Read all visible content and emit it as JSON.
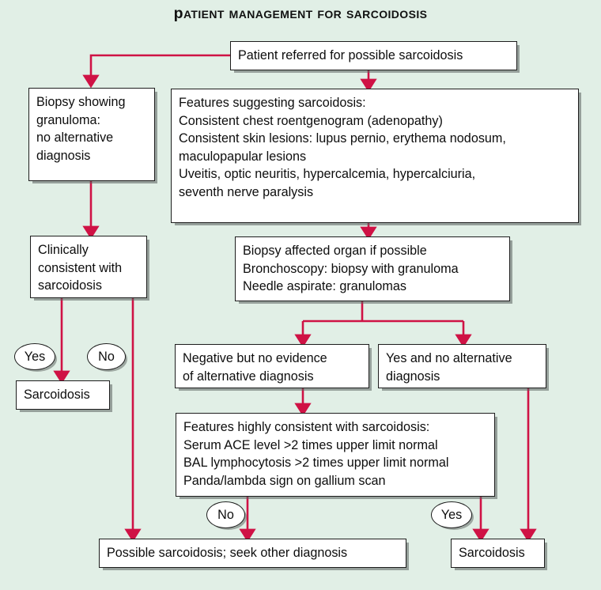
{
  "chart_data": {
    "type": "diagram",
    "title": "Patient Management for Sarcoidosis",
    "accent_color": "#cf1245",
    "background_color": "#e1efe6",
    "box_fill": "#ffffff",
    "box_border": "#1d1d1d",
    "nodes": [
      {
        "id": "referral",
        "shape": "box",
        "label": "Patient referred for possible sarcoidosis"
      },
      {
        "id": "biopsy_granuloma",
        "shape": "box",
        "label": "Biopsy showing\ngranuloma:\nno alternative\ndiagnosis"
      },
      {
        "id": "features",
        "shape": "box",
        "label": "Features suggesting sarcoidosis:\nConsistent chest roentgenogram (adenopathy)\nConsistent skin lesions: lupus pernio, erythema nodosum,\nmaculopapular lesions\nUveitis, optic neuritis, hypercalcemia, hypercalciuria,\nseventh nerve paralysis"
      },
      {
        "id": "clinically",
        "shape": "box",
        "label": "Clinically\nconsistent with\nsarcoidosis"
      },
      {
        "id": "biopsy_organ",
        "shape": "box",
        "label": "Biopsy affected organ if possible\nBronchoscopy: biopsy with granuloma\nNeedle aspirate: granulomas"
      },
      {
        "id": "negative",
        "shape": "box",
        "label": "Negative but no evidence\nof alternative diagnosis"
      },
      {
        "id": "yes_no_alt",
        "shape": "box",
        "label": "Yes and no alternative\ndiagnosis"
      },
      {
        "id": "highly",
        "shape": "box",
        "label": "Features highly consistent with sarcoidosis:\nSerum ACE level >2 times upper limit normal\nBAL lymphocytosis >2 times upper limit normal\nPanda/lambda sign on gallium scan"
      },
      {
        "id": "sarc_left",
        "shape": "box",
        "label": "Sarcoidosis"
      },
      {
        "id": "possible",
        "shape": "box",
        "label": "Possible sarcoidosis; seek other diagnosis"
      },
      {
        "id": "sarc_right",
        "shape": "box",
        "label": "Sarcoidosis"
      }
    ],
    "edge_labels": [
      {
        "id": "yes_clinical",
        "shape": "oval",
        "label": "Yes"
      },
      {
        "id": "no_clinical",
        "shape": "oval",
        "label": "No"
      },
      {
        "id": "no_highly",
        "shape": "oval",
        "label": "No"
      },
      {
        "id": "yes_highly",
        "shape": "oval",
        "label": "Yes"
      }
    ],
    "edges": [
      {
        "from": "referral",
        "to": "biopsy_granuloma",
        "label": ""
      },
      {
        "from": "referral",
        "to": "features",
        "label": ""
      },
      {
        "from": "biopsy_granuloma",
        "to": "clinically",
        "label": ""
      },
      {
        "from": "features",
        "to": "biopsy_organ",
        "label": ""
      },
      {
        "from": "clinically",
        "to": "sarc_left",
        "label": "Yes"
      },
      {
        "from": "clinically",
        "to": "possible",
        "label": "No"
      },
      {
        "from": "biopsy_organ",
        "to": "negative",
        "label": ""
      },
      {
        "from": "biopsy_organ",
        "to": "yes_no_alt",
        "label": ""
      },
      {
        "from": "negative",
        "to": "highly",
        "label": ""
      },
      {
        "from": "highly",
        "to": "possible",
        "label": "No"
      },
      {
        "from": "highly",
        "to": "sarc_right",
        "label": "Yes"
      },
      {
        "from": "yes_no_alt",
        "to": "sarc_right",
        "label": ""
      }
    ]
  },
  "title": "Patient Management for Sarcoidosis",
  "nodes": {
    "referral": "Patient referred for possible sarcoidosis",
    "biopsy_granuloma": "Biopsy showing\ngranuloma:\nno alternative\ndiagnosis",
    "features": "Features suggesting sarcoidosis:\nConsistent chest roentgenogram (adenopathy)\nConsistent skin lesions: lupus pernio, erythema nodosum,\nmaculopapular lesions\nUveitis, optic neuritis, hypercalcemia, hypercalciuria,\nseventh nerve paralysis",
    "clinically": "Clinically\nconsistent with\nsarcoidosis",
    "biopsy_organ": "Biopsy affected organ if possible\nBronchoscopy: biopsy with granuloma\nNeedle aspirate: granulomas",
    "negative": "Negative but no evidence\nof alternative diagnosis",
    "yes_no_alt": "Yes and no alternative\ndiagnosis",
    "highly": "Features highly consistent with sarcoidosis:\nSerum ACE level >2 times upper limit normal\nBAL lymphocytosis >2 times upper limit normal\nPanda/lambda sign on gallium scan",
    "sarc_left": "Sarcoidosis",
    "possible": "Possible sarcoidosis; seek other diagnosis",
    "sarc_right": "Sarcoidosis"
  },
  "labels": {
    "yes_clinical": "Yes",
    "no_clinical": "No",
    "no_highly": "No",
    "yes_highly": "Yes"
  }
}
